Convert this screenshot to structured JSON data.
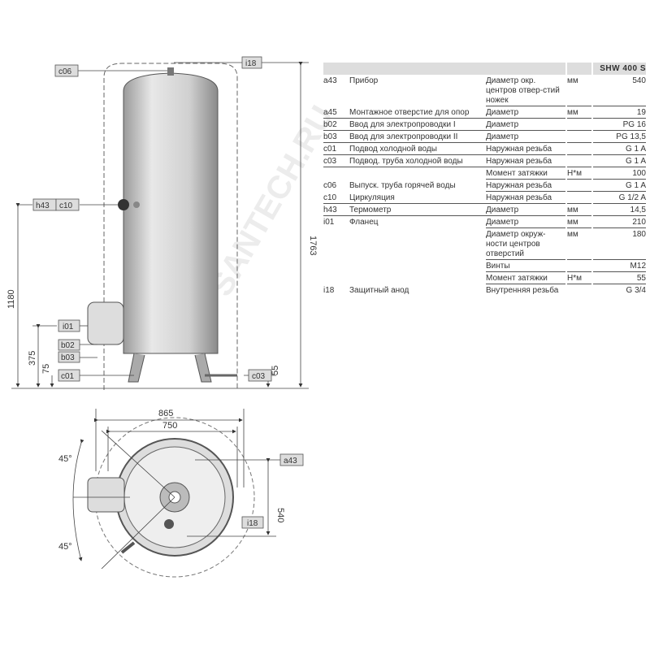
{
  "drawing": {
    "labels": {
      "c06": "c06",
      "i18": "i18",
      "h43": "h43",
      "c10": "c10",
      "i01": "i01",
      "b02": "b02",
      "b03": "b03",
      "c01": "c01",
      "c03": "c03",
      "a43": "a43",
      "i18_top": "i18"
    },
    "dimensions": {
      "height_total": "1763",
      "h1180": "1180",
      "h375": "375",
      "h75": "75",
      "h55": "55",
      "w865": "865",
      "w750": "750",
      "d540": "540",
      "angle_top": "45°",
      "angle_bottom": "45°"
    }
  },
  "watermark": "SANTECH.RU",
  "table": {
    "model": "SHW 400 S",
    "rows": [
      {
        "code": "a43",
        "name": "Прибор",
        "param": "Диаметр окр. центров отвер-стий ножек",
        "unit": "мм",
        "value": "540"
      },
      {
        "code": "a45",
        "name": "Монтажное отверстие для опор",
        "param": "Диаметр",
        "unit": "мм",
        "value": "19"
      },
      {
        "code": "b02",
        "name": "Ввод для электропроводки I",
        "param": "Диаметр",
        "unit": "",
        "value": "PG 16"
      },
      {
        "code": "b03",
        "name": "Ввод для электропроводки II",
        "param": "Диаметр",
        "unit": "",
        "value": "PG 13,5"
      },
      {
        "code": "c01",
        "name": "Подвод холодной воды",
        "param": "Наружная резьба",
        "unit": "",
        "value": "G 1 A"
      },
      {
        "code": "c03",
        "name": "Подвод. труба холодной воды",
        "param": "Наружная резьба",
        "unit": "",
        "value": "G 1 A"
      },
      {
        "code": "",
        "name": "",
        "param": "Момент затяжки",
        "unit": "Н*м",
        "value": "100"
      },
      {
        "code": "c06",
        "name": "Выпуск. труба горячей воды",
        "param": "Наружная резьба",
        "unit": "",
        "value": "G 1 A"
      },
      {
        "code": "c10",
        "name": "Циркуляция",
        "param": "Наружная резьба",
        "unit": "",
        "value": "G 1/2 A"
      },
      {
        "code": "h43",
        "name": "Термометр",
        "param": "Диаметр",
        "unit": "мм",
        "value": "14,5"
      },
      {
        "code": "i01",
        "name": "Фланец",
        "param": "Диаметр",
        "unit": "мм",
        "value": "210"
      },
      {
        "code": "",
        "name": "",
        "param": "Диаметр окруж-ности центров отверстий",
        "unit": "мм",
        "value": "180"
      },
      {
        "code": "",
        "name": "",
        "param": "Винты",
        "unit": "",
        "value": "M12"
      },
      {
        "code": "",
        "name": "",
        "param": "Момент затяжки",
        "unit": "Н*м",
        "value": "55"
      },
      {
        "code": "i18",
        "name": "Защитный анод",
        "param": "Внутренняя резьба",
        "unit": "",
        "value": "G 3/4"
      }
    ]
  }
}
